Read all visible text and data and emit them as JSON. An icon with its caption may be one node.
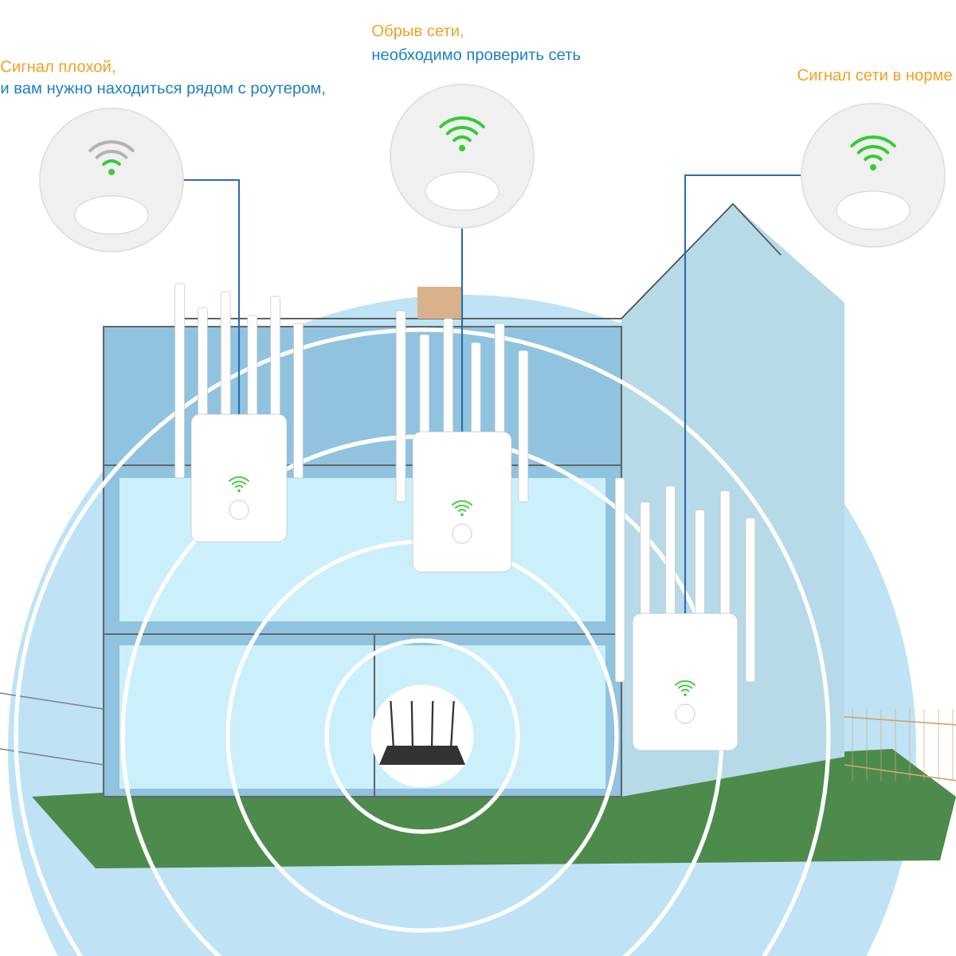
{
  "diagram": {
    "nodes": [
      {
        "text": [
          "Сигнал плохой,",
          "и вам нужно находиться рядом с роутером,"
        ]
      },
      {
        "text": [
          "Обрыв сети,",
          "необходимо проверить сеть"
        ]
      },
      {
        "text": [
          "Сигнал сети в норме"
        ]
      },
      {
        "text": [],
        "shape": "picture"
      },
      {
        "text": [],
        "shape": "picture"
      },
      {
        "text": [],
        "shape": "picture"
      },
      {
        "text": [],
        "shape": "picture"
      }
    ],
    "edges": [
      {
        "from": 0,
        "to": 3,
        "arrow": "none"
      },
      {
        "from": 1,
        "to": 4,
        "arrow": "none"
      },
      {
        "from": 2,
        "to": 5,
        "arrow": "none"
      }
    ]
  }
}
